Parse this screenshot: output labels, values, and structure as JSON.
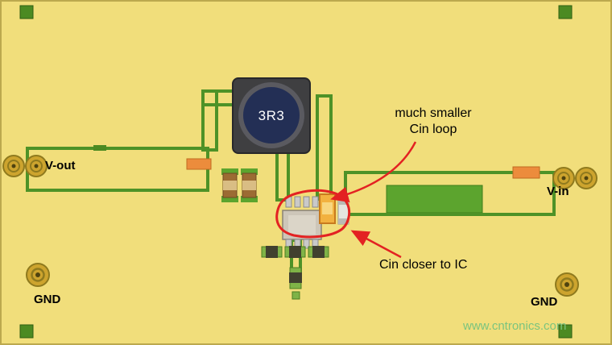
{
  "board": {
    "connectors": {
      "vout_label": "V-out",
      "vin_label": "V-in",
      "gnd_left_label": "GND",
      "gnd_right_label": "GND"
    },
    "components": {
      "inductor_label": "3R3"
    },
    "annotations": {
      "cin_loop_line1": "much smaller",
      "cin_loop_line2": "Cin loop",
      "cin_note": "Cin closer to IC"
    },
    "watermark": "www.cntronics.com",
    "colors": {
      "board_yellow": "#F1DE7B",
      "trace_green": "#4E9227",
      "copper_fill_green": "#5CA42E",
      "annotation_red": "#E32222",
      "component_orange": "#EC8C3C",
      "pad_gold": "#CDA42E",
      "inductor_body": "#3F3F41",
      "inductor_core_navy": "#232F55",
      "watermark_green": "#7BC47E"
    }
  }
}
